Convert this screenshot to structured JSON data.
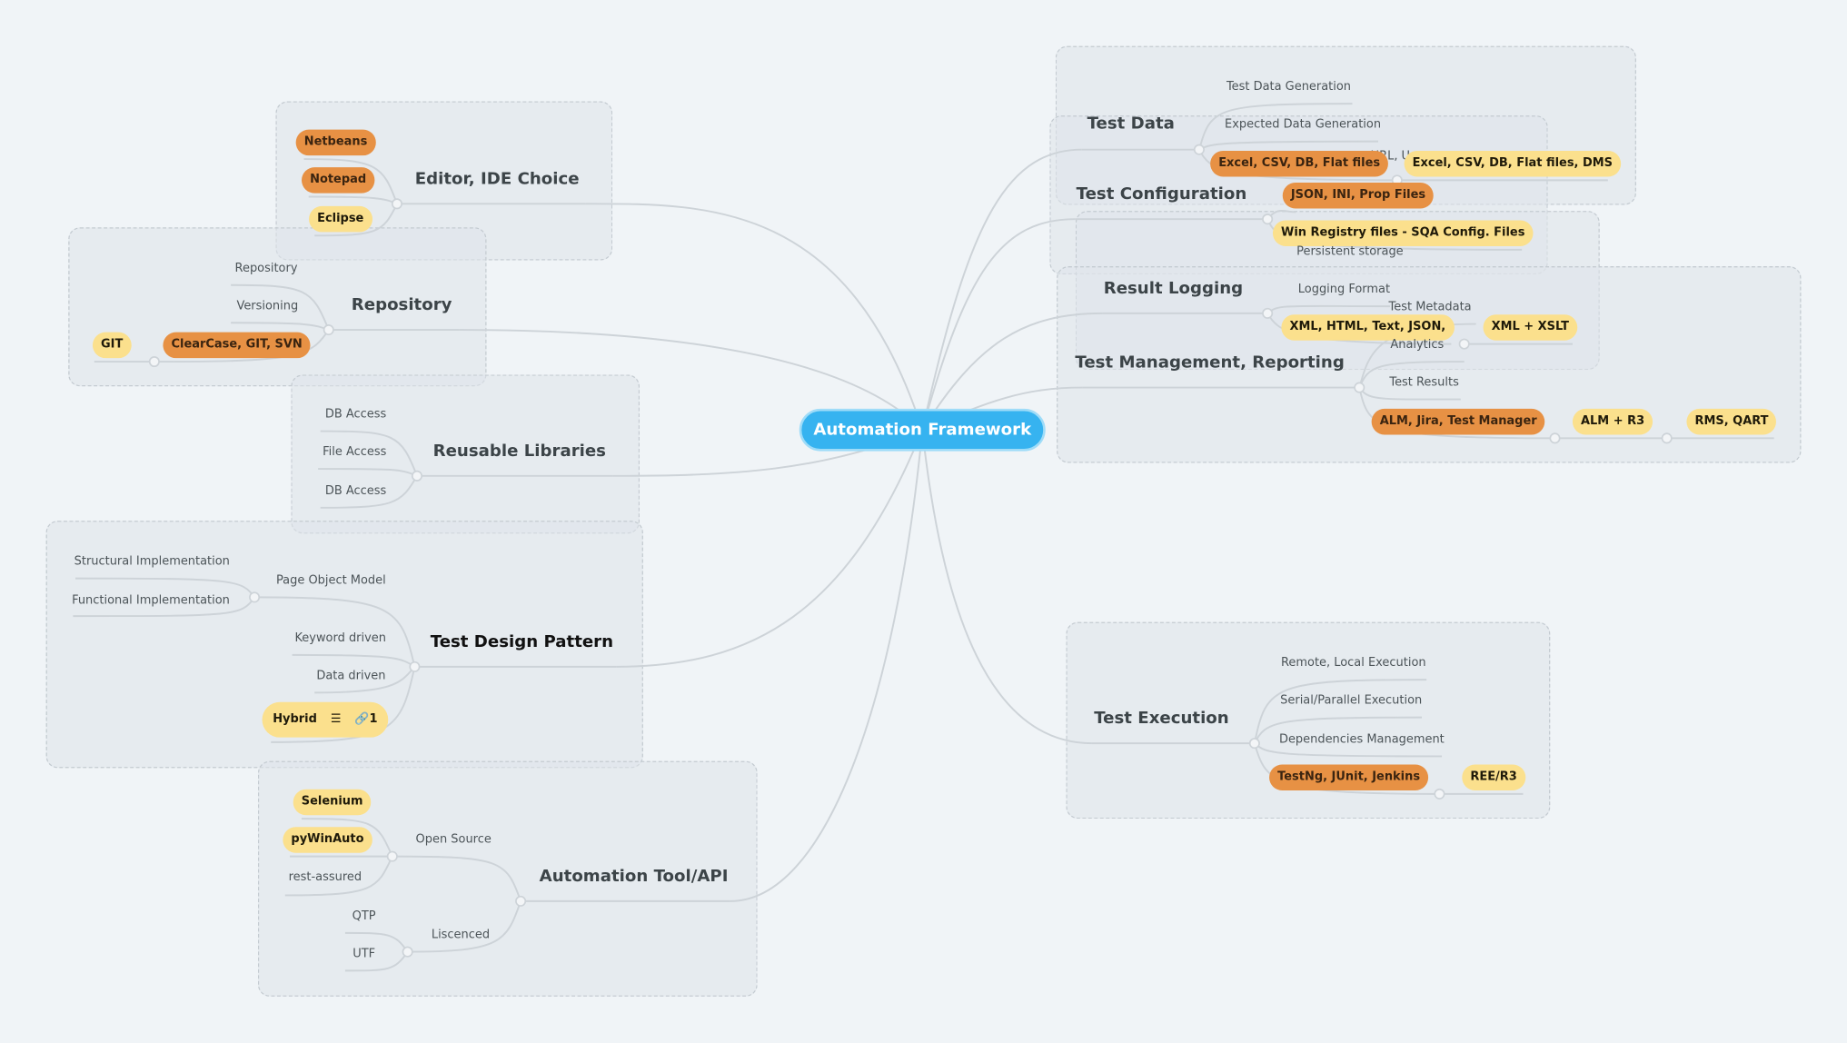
{
  "central_topic": "Automation Framework",
  "branches": {
    "editor": {
      "title": "Editor, IDE Choice",
      "items": [
        "Netbeans",
        "Notepad",
        "Eclipse"
      ]
    },
    "repository": {
      "title": "Repository",
      "items": [
        "Repository",
        "Versioning",
        "ClearCase, GIT, SVN",
        "GIT"
      ]
    },
    "reusable": {
      "title": "Reusable Libraries",
      "items": [
        "DB Access",
        "File Access",
        "DB Access"
      ]
    },
    "design": {
      "title": "Test Design Pattern",
      "page_object_model": "Page Object Model",
      "pom_items": [
        "Structural Implementation",
        "Functional Implementation"
      ],
      "items": [
        "Keyword driven",
        "Data driven"
      ],
      "hybrid": {
        "label": "Hybrid",
        "note_icon": "notes-icon",
        "link_icon": "link-icon",
        "link_count": "1"
      }
    },
    "tool": {
      "title": "Automation Tool/API",
      "open_source": "Open Source",
      "open_source_items": [
        "Selenium",
        "pyWinAuto",
        "rest-assured"
      ],
      "licenced": "Liscenced",
      "licenced_items": [
        "QTP",
        "UTF"
      ]
    },
    "test_data": {
      "title": "Test Data",
      "items": [
        "Test Data Generation",
        "Expected Data Generation",
        "URL, User",
        "Excel, CSV, DB, Flat files",
        "Excel, CSV, DB, Flat files, DMS"
      ]
    },
    "test_config": {
      "title": "Test Configuration",
      "items": [
        "JSON, INI, Prop Files",
        "Win Registry files  - SQA Config. Files",
        "Persistent storage"
      ]
    },
    "result_logging": {
      "title": "Result Logging",
      "items": [
        "Logging Format",
        "XML, HTML, Text, JSON,",
        "XML + XSLT"
      ]
    },
    "test_mgmt": {
      "title": "Test Management, Reporting",
      "items": [
        "Test Metadata",
        "Analytics",
        "Test Results",
        "ALM, Jira, Test Manager",
        "ALM + R3",
        "RMS, QART"
      ]
    },
    "test_exec": {
      "title": "Test Execution",
      "items": [
        "Remote, Local Execution",
        "Serial/Parallel Execution",
        "Dependencies Management",
        "TestNg, JUnit, Jenkins",
        "REE/R3"
      ]
    }
  },
  "colors": {
    "central": "#36b3f0",
    "orange_pill": "#e79144",
    "yellow_pill": "#fbe08d",
    "line": "#cdd3d8"
  }
}
